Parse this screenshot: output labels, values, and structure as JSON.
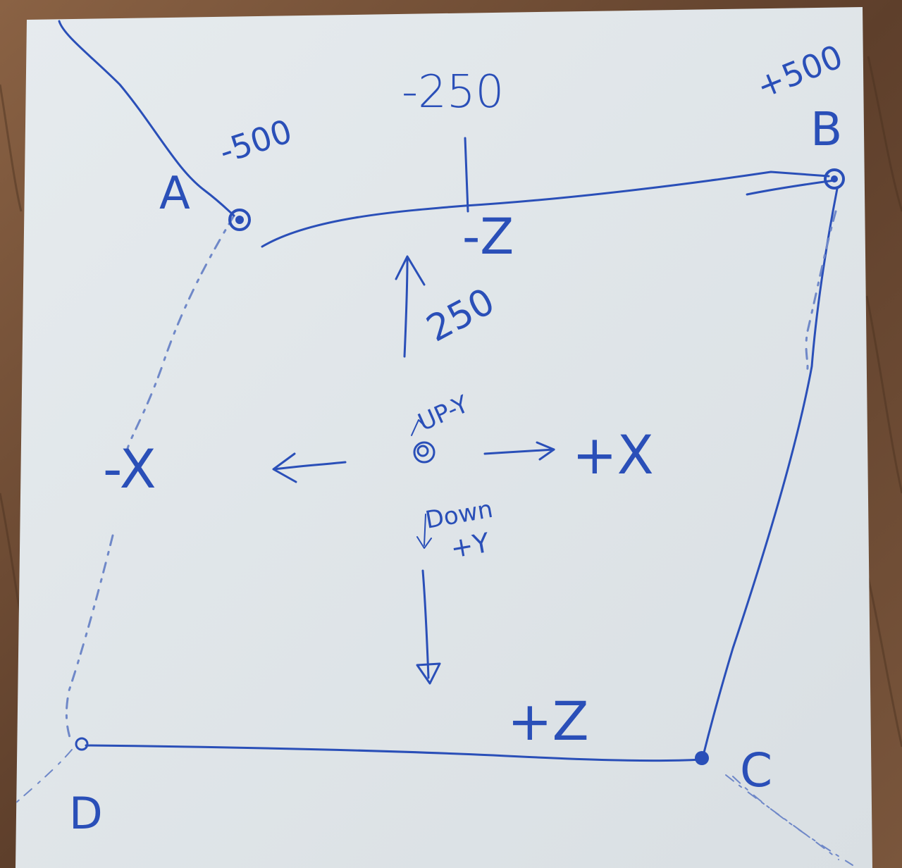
{
  "corners": {
    "a": {
      "label": "A",
      "value": "-500"
    },
    "b": {
      "label": "B",
      "value": "+500"
    },
    "c": {
      "label": "C"
    },
    "d": {
      "label": "D"
    }
  },
  "top_value": "-250",
  "axes": {
    "neg_z": "-Z",
    "pos_z": "+Z",
    "neg_x": "-X",
    "pos_x": "+X",
    "up_y": "UP-Y",
    "down": "Down",
    "pos_y": "+Y",
    "up_distance": "250"
  },
  "colors": {
    "ink": "#2a4fb8",
    "paper": "#dfe5e8",
    "table": "#6b4b36"
  }
}
